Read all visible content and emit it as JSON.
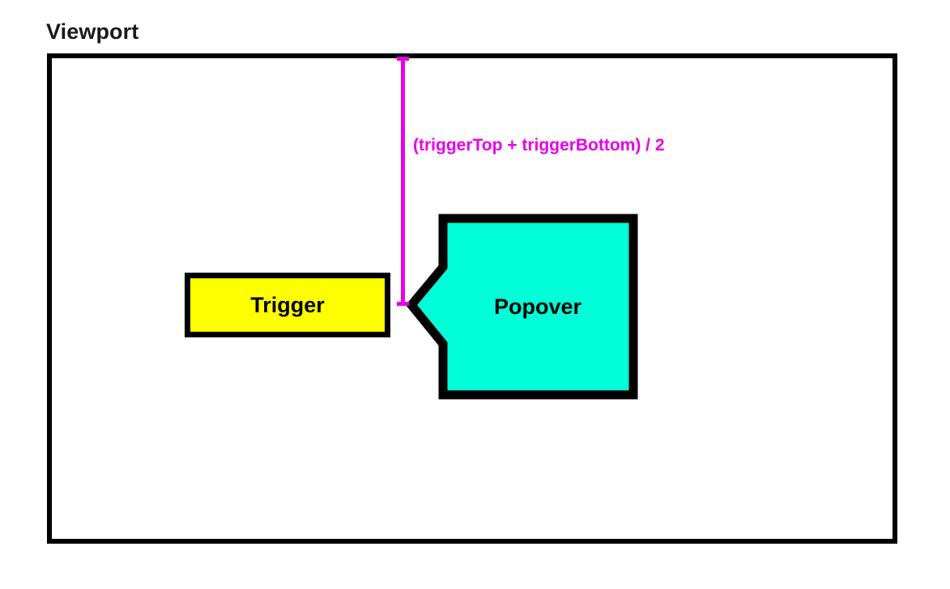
{
  "diagram": {
    "title": "Viewport",
    "trigger": {
      "label": "Trigger",
      "fill_color": "#ffff00",
      "stroke_color": "#000000"
    },
    "popover": {
      "label": "Popover",
      "fill_color": "#00ffd8",
      "stroke_color": "#000000",
      "arrow_direction": "left"
    },
    "measurement": {
      "label": "(triggerTop + triggerBottom) / 2",
      "color": "#e800e8"
    },
    "viewport": {
      "border_color": "#000000",
      "background_color": "#ffffff"
    }
  }
}
